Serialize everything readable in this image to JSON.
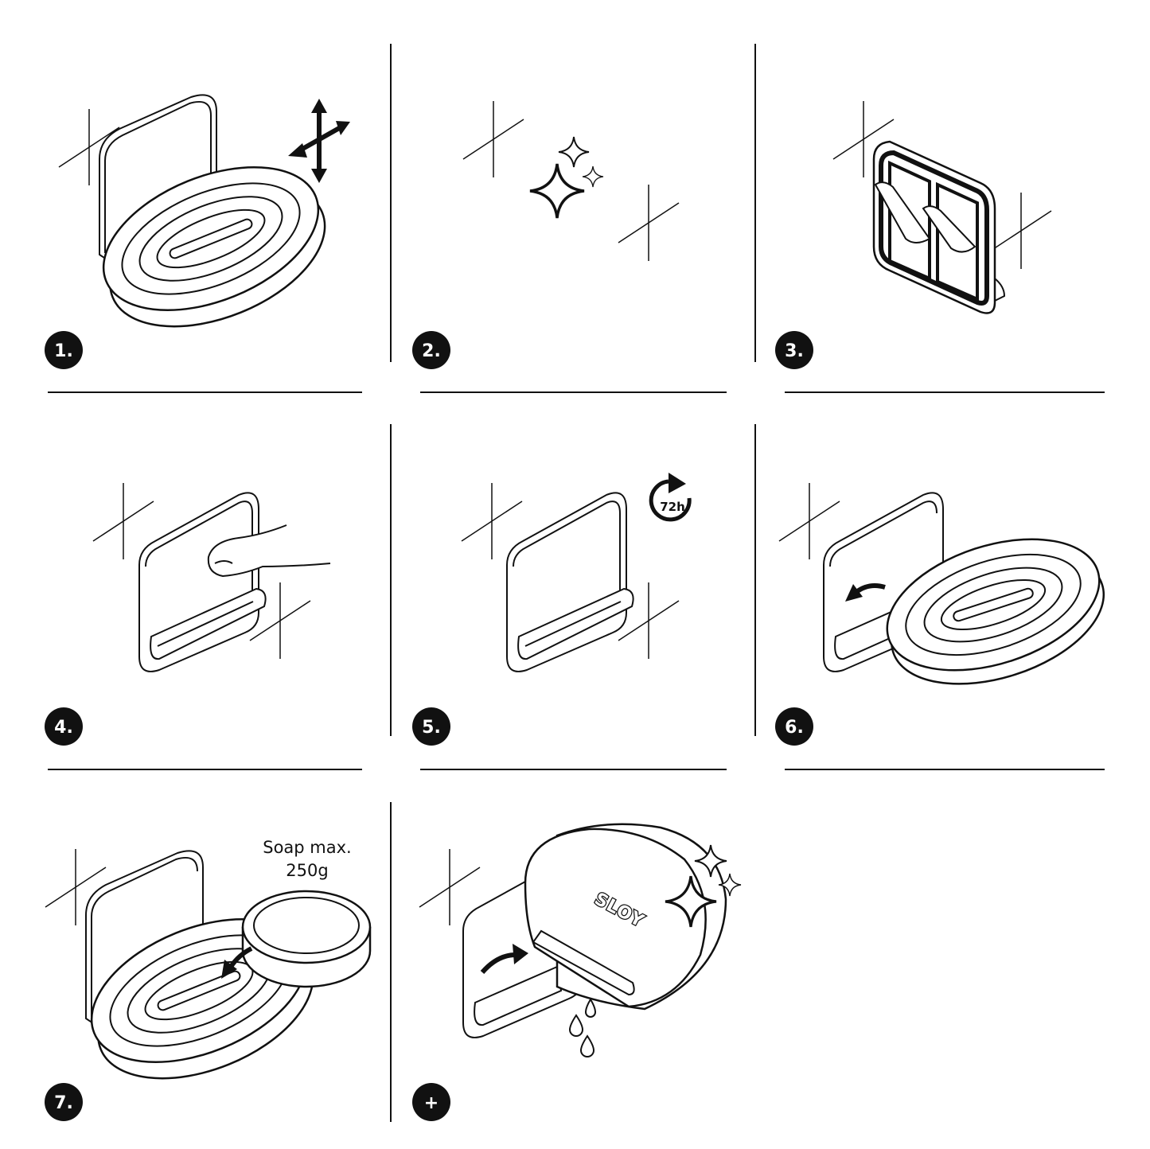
{
  "steps": [
    {
      "number": "1."
    },
    {
      "number": "2."
    },
    {
      "number": "3."
    },
    {
      "number": "4."
    },
    {
      "number": "5."
    },
    {
      "number": "6."
    },
    {
      "number": "7."
    },
    {
      "number": "+"
    }
  ],
  "timer_label": "72h",
  "soap_limit": {
    "line1": "Soap max.",
    "line2": "250g"
  },
  "brand_logo": "SLOY"
}
